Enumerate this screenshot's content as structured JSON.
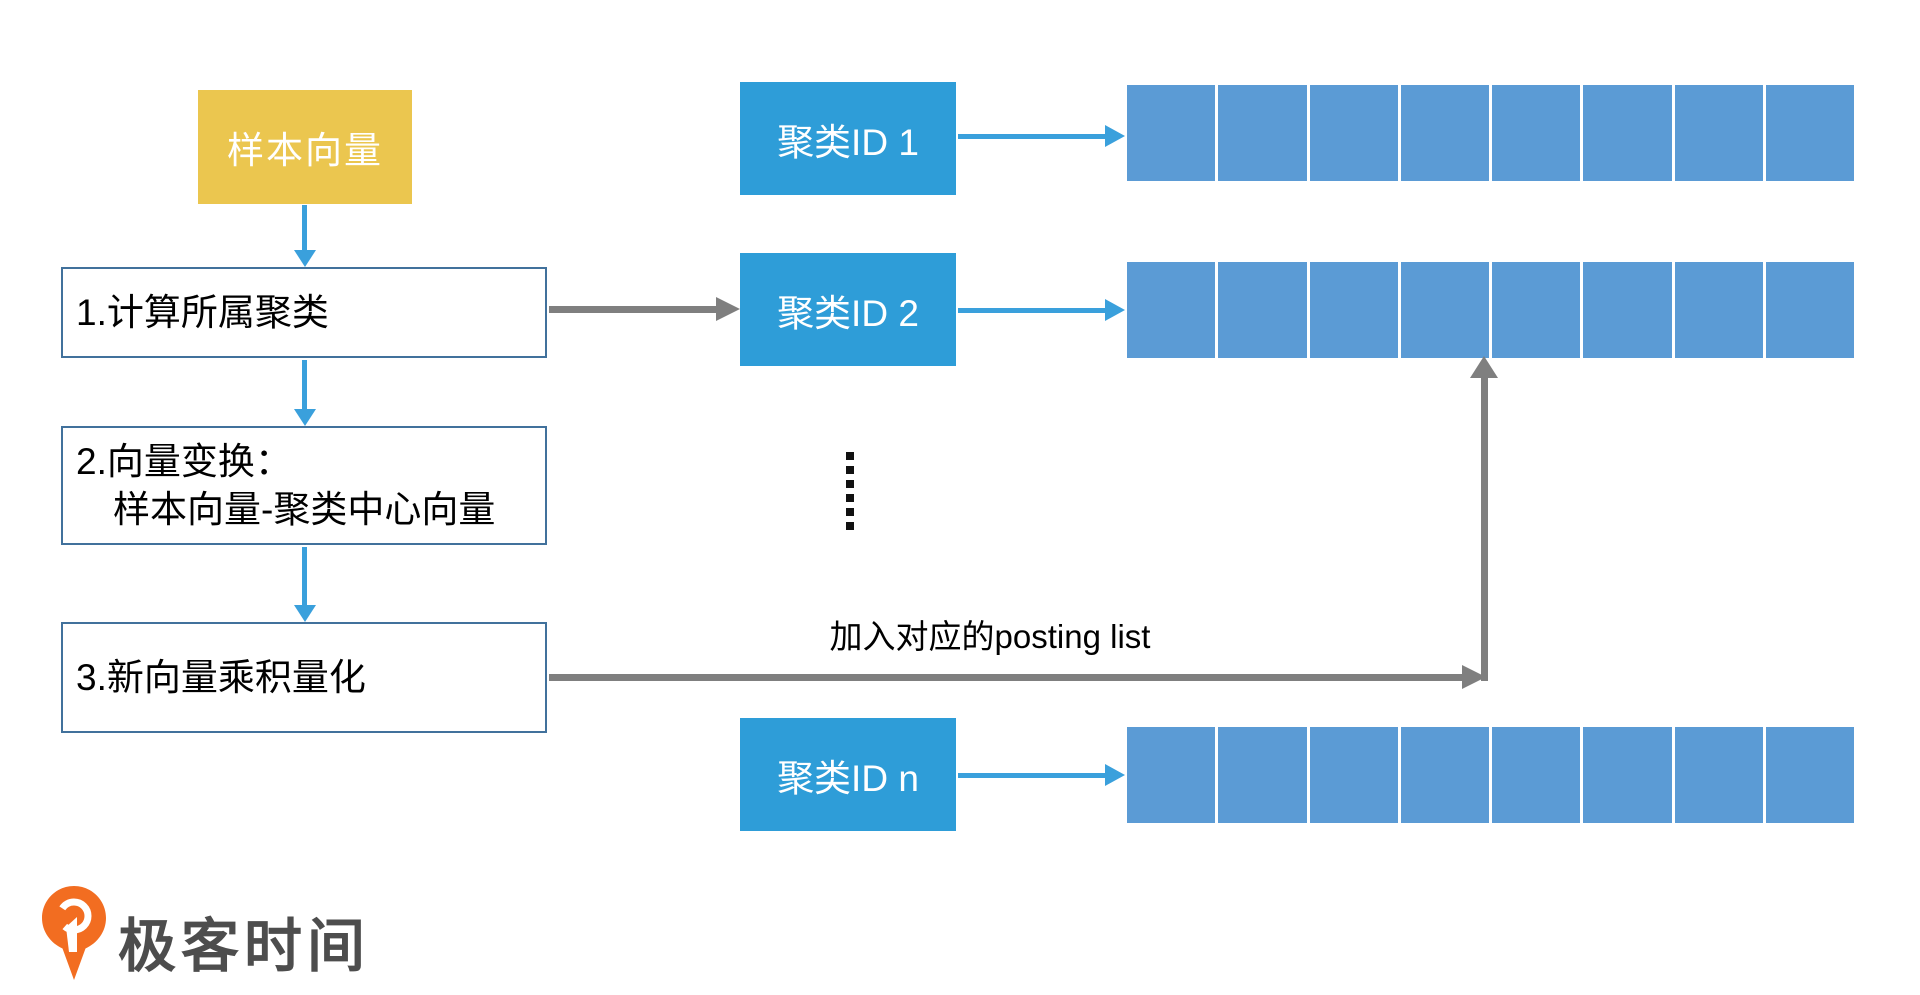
{
  "diagram": {
    "start_label": "样本向量",
    "steps": [
      {
        "line1": "1.计算所属聚类"
      },
      {
        "line1": "2.向量变换：",
        "line2": "样本向量-聚类中心向量"
      },
      {
        "line1": "3.新向量乘积量化"
      }
    ],
    "clusters": [
      {
        "label": "聚类ID 1",
        "cell_count": 8
      },
      {
        "label": "聚类ID 2",
        "cell_count": 8
      },
      {
        "label": "聚类ID n",
        "cell_count": 8
      }
    ],
    "ellipsis_dot_count": 6,
    "annotation": "加入对应的posting list"
  },
  "branding": {
    "logo_text": "极客时间"
  },
  "colors": {
    "start-fill": "#EBC64F",
    "cluster-fill": "#2E9DD8",
    "cell-fill": "#5B9BD5",
    "arrow-blue": "#3AA0DC",
    "arrow-gray": "#7F7F7F",
    "box-border": "#41719C",
    "logo-orange": "#F26D21",
    "logo-text": "#4D4D4D",
    "text": "#000000"
  }
}
